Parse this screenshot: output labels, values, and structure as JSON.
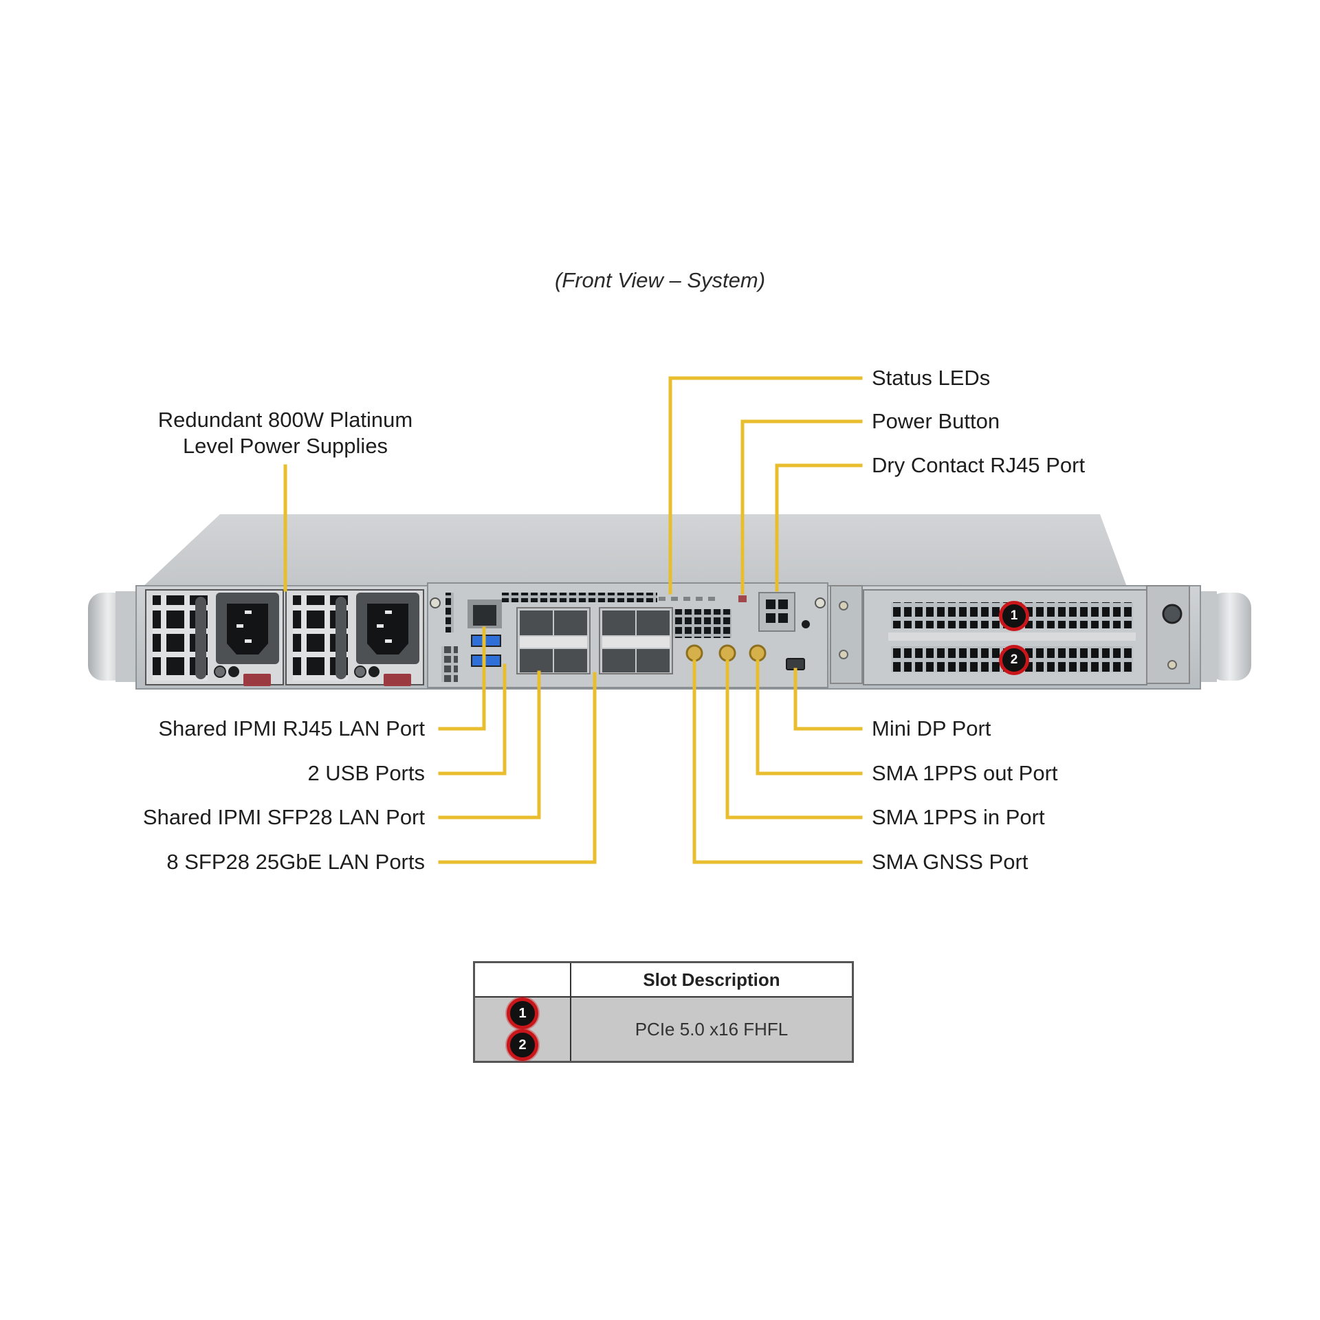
{
  "title": "(Front View – System)",
  "callouts": {
    "top_left": {
      "psu": {
        "line1": "Redundant 800W Platinum",
        "line2": "Level Power Supplies"
      }
    },
    "top_right": [
      {
        "id": "status-leds",
        "label": "Status LEDs"
      },
      {
        "id": "power-button",
        "label": "Power Button"
      },
      {
        "id": "dry-contact",
        "label": "Dry Contact RJ45 Port"
      }
    ],
    "bottom_left": [
      {
        "id": "ipmi-rj45",
        "label": "Shared IPMI RJ45 LAN Port"
      },
      {
        "id": "usb",
        "label": "2 USB Ports"
      },
      {
        "id": "ipmi-sfp28",
        "label": "Shared IPMI SFP28 LAN Port"
      },
      {
        "id": "sfp28-lan",
        "label": "8 SFP28 25GbE LAN Ports"
      }
    ],
    "bottom_right": [
      {
        "id": "mini-dp",
        "label": "Mini DP Port"
      },
      {
        "id": "sma-1pps-out",
        "label": "SMA 1PPS out Port"
      },
      {
        "id": "sma-1pps-in",
        "label": "SMA 1PPS in Port"
      },
      {
        "id": "sma-gnss",
        "label": "SMA GNSS Port"
      }
    ]
  },
  "slots": {
    "badge1": "1",
    "badge2": "2"
  },
  "slot_table": {
    "header_blank": "",
    "header_desc": "Slot Description",
    "rows": [
      {
        "badges": [
          "1",
          "2"
        ],
        "description": "PCIe 5.0 x16 FHFL"
      }
    ]
  },
  "colors": {
    "callout_line": "#e8bd2e",
    "badge_ring": "#c8161b",
    "badge_fill": "#111111",
    "chassis": "#c9ccce",
    "table_row": "#c8c8c8"
  }
}
